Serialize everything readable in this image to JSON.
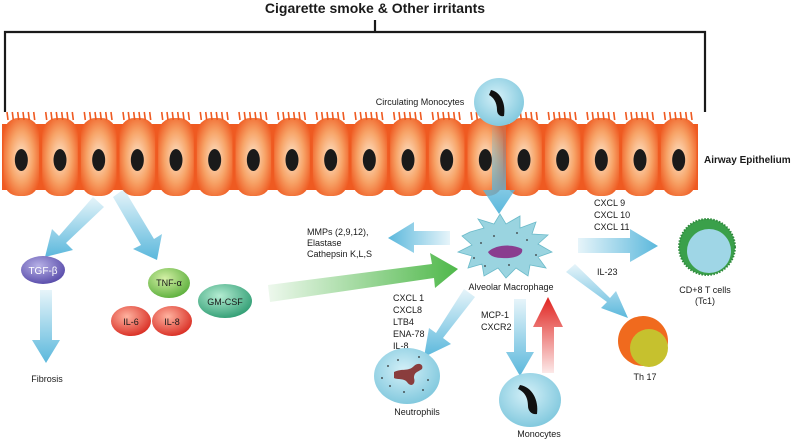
{
  "title": "Cigarette smoke & Other irritants",
  "epithelium_label": "Airway Epithelium",
  "cells": {
    "circulating_monocytes": "Circulating Monocytes",
    "alveolar_macrophage": "Alveolar Macrophage",
    "tgf_beta": "TGF-β",
    "tnf_alpha": "TNF-α",
    "il6": "IL-6",
    "il8": "IL-8",
    "gm_csf": "GM-CSF",
    "fibrosis": "Fibrosis",
    "neutrophils": "Neutrophils",
    "monocytes": "Monocytes",
    "th17": "Th 17",
    "cd8_line1": "CD+8 T cells",
    "cd8_line2": "(Tc1)"
  },
  "mediators": {
    "mmps": [
      "MMPs (2,9,12),",
      "Elastase",
      "Cathepsin K,L,S"
    ],
    "cxcl_t": [
      "CXCL 9",
      "CXCL 10",
      "CXCL 11"
    ],
    "il23": "IL-23",
    "neutro": [
      "CXCL 1",
      "CXCL8",
      "LTB4",
      "ENA-78",
      "IL-8"
    ],
    "mono": [
      "MCP-1",
      "CXCR2"
    ]
  },
  "colors": {
    "epithelium": "#f26a2a",
    "nucleus": "#1a1a1a",
    "arrow_blue": "#5bb8dc",
    "arrow_green": "#4fb84a",
    "arrow_red": "#e0231f",
    "tgf": "#6b5fb5",
    "tnf": "#7dc35a",
    "il": "#e8362e",
    "gmcsf": "#3aae84",
    "cell_blue": "#8fd0e2",
    "th17_outer": "#f06a1e",
    "th17_inner": "#c6c12e",
    "cd8_outer": "#3aa04a"
  }
}
